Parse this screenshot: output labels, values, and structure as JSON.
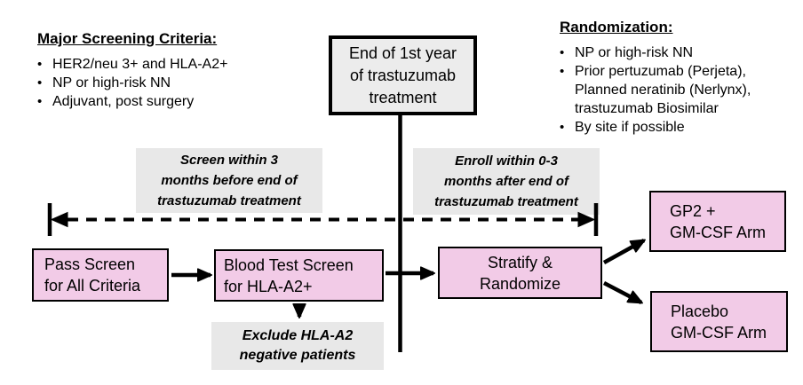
{
  "glyphs": {
    "bullet": "•"
  },
  "colors": {
    "flow_box_pink": "#F2CBE7",
    "window_label_gray": "#E8E8E8",
    "end_box_gray": "#ECECEC",
    "line_black": "#000000"
  },
  "criteria_panel": {
    "heading": "Major Screening Criteria:",
    "bullets": [
      "HER2/neu 3+ and HLA-A2+",
      "NP or high-risk NN",
      "Adjuvant, post surgery"
    ]
  },
  "randomization_panel": {
    "heading": "Randomization:",
    "bullets": [
      {
        "lines": [
          "NP or high-risk NN"
        ]
      },
      {
        "lines": [
          "Prior pertuzumab (Perjeta),",
          "Planned neratinib (Nerlynx),",
          "trastuzumab Biosimilar"
        ]
      },
      {
        "lines": [
          "By site if possible"
        ]
      }
    ]
  },
  "end_box": {
    "lines": [
      "End of 1st year",
      "of trastuzumab",
      "treatment"
    ]
  },
  "screen_window_label": {
    "lines": [
      "Screen within 3",
      "months before end of",
      "trastuzumab treatment"
    ]
  },
  "enroll_window_label": {
    "lines": [
      "Enroll within 0-3",
      "months after end of",
      "trastuzumab treatment"
    ]
  },
  "flow": {
    "pass_screen_box": {
      "lines": [
        "Pass Screen",
        "for All Criteria"
      ]
    },
    "blood_test_box": {
      "lines": [
        "Blood Test Screen",
        "for HLA-A2+"
      ]
    },
    "stratify_box": {
      "lines": [
        "Stratify &",
        "Randomize"
      ]
    },
    "gp2_arm_box": {
      "lines": [
        "GP2 +",
        "GM-CSF Arm"
      ]
    },
    "placebo_arm_box": {
      "lines": [
        "Placebo",
        "GM-CSF Arm"
      ]
    }
  },
  "exclude_label": {
    "lines": [
      "Exclude HLA-A2",
      "negative patients"
    ]
  }
}
